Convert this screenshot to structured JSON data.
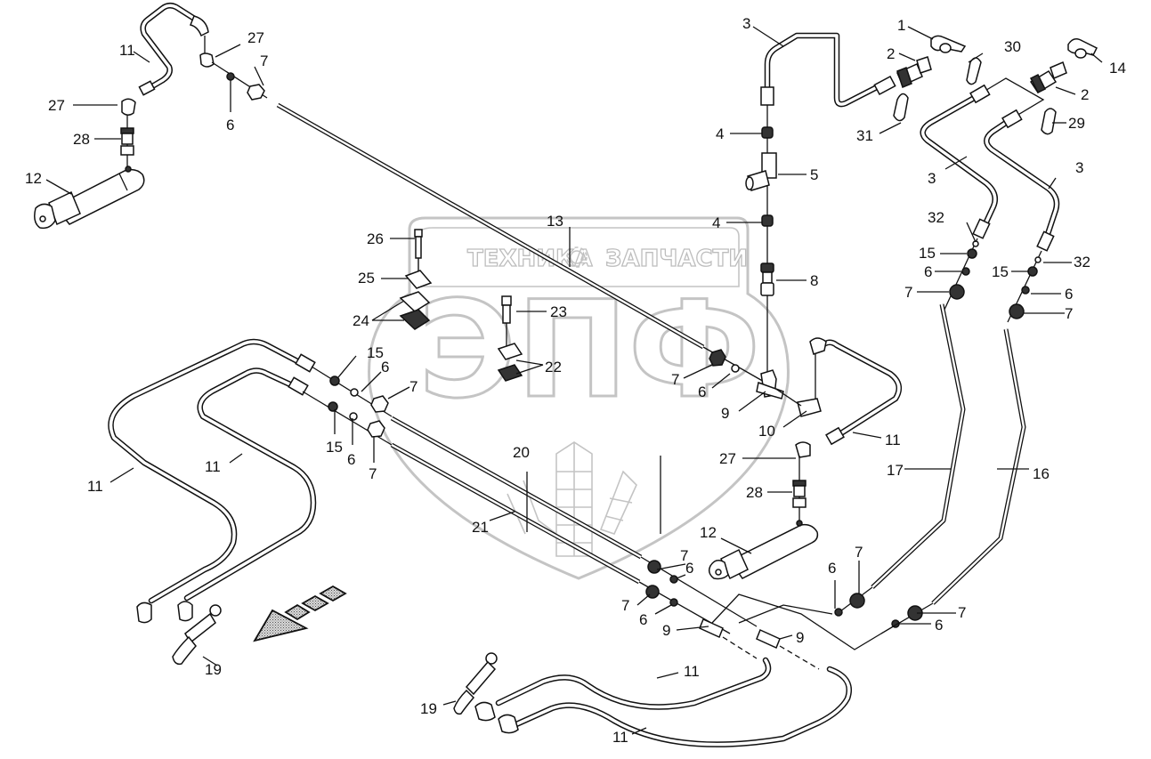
{
  "diagram": {
    "type": "exploded-parts-diagram",
    "subject": "Hydraulic lines assembly",
    "watermark": {
      "top_left_text": "ТЕХНИКА",
      "top_right_text": "ЗАПЧАСТИ",
      "monogram": "ЭПФ",
      "gear_icon": "gear-icon"
    },
    "direction_arrow": "travel-direction-arrow",
    "callouts": {
      "c1": "1",
      "c2a": "2",
      "c2b": "2",
      "c3a": "3",
      "c3b": "3",
      "c3c": "3",
      "c4a": "4",
      "c4b": "4",
      "c5": "5",
      "c6a": "6",
      "c6b": "6",
      "c6c": "6",
      "c6d": "6",
      "c6e": "6",
      "c6f": "6",
      "c6g": "6",
      "c6h": "6",
      "c6i": "6",
      "c6j": "6",
      "c7a": "7",
      "c7b": "7",
      "c7c": "7",
      "c7d": "7",
      "c7e": "7",
      "c7f": "7",
      "c7g": "7",
      "c7h": "7",
      "c7i": "7",
      "c7j": "7",
      "c8": "8",
      "c9a": "9",
      "c9b": "9",
      "c9c": "9",
      "c10": "10",
      "c11a": "11",
      "c11b": "11",
      "c11c": "11",
      "c11d": "11",
      "c11e": "11",
      "c11f": "11",
      "c12a": "12",
      "c12b": "12",
      "c13": "13",
      "c14": "14",
      "c15a": "15",
      "c15b": "15",
      "c15c": "15",
      "c15d": "15",
      "c16": "16",
      "c17": "17",
      "c19a": "19",
      "c19b": "19",
      "c20": "20",
      "c21": "21",
      "c22": "22",
      "c23": "23",
      "c24": "24",
      "c25": "25",
      "c26": "26",
      "c27a": "27",
      "c27b": "27",
      "c27c": "27",
      "c28a": "28",
      "c28b": "28",
      "c29": "29",
      "c30": "30",
      "c31": "31",
      "c32a": "32",
      "c32b": "32"
    }
  }
}
